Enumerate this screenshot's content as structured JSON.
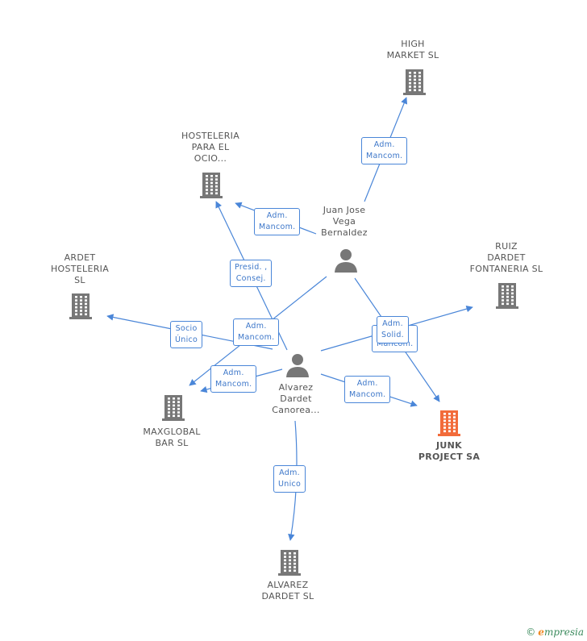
{
  "colors": {
    "edge": "#4a86d8",
    "company": "#777777",
    "focus_company": "#f26b3a",
    "person": "#777777"
  },
  "nodes": [
    {
      "id": "high-market",
      "type": "company",
      "lines": [
        "HIGH",
        "MARKET SL"
      ]
    },
    {
      "id": "hosteleria",
      "type": "company",
      "lines": [
        "HOSTELERIA",
        "PARA EL",
        "OCIO..."
      ]
    },
    {
      "id": "juan-jose",
      "type": "person",
      "lines": [
        "Juan Jose",
        "Vega",
        "Bernaldez"
      ]
    },
    {
      "id": "ardet",
      "type": "company",
      "lines": [
        "ARDET",
        "HOSTELERIA",
        "SL"
      ]
    },
    {
      "id": "ruiz",
      "type": "company",
      "lines": [
        "RUIZ",
        "DARDET",
        "FONTANERIA SL"
      ]
    },
    {
      "id": "alvarez",
      "type": "person",
      "lines": [
        "Alvarez",
        "Dardet",
        "Canorea..."
      ]
    },
    {
      "id": "maxglobal",
      "type": "company",
      "lines": [
        "MAXGLOBAL",
        "BAR SL"
      ]
    },
    {
      "id": "junk",
      "type": "focus",
      "lines": [
        "JUNK",
        "PROJECT SA"
      ]
    },
    {
      "id": "alvarez-sl",
      "type": "company",
      "lines": [
        "ALVAREZ",
        "DARDET SL"
      ]
    }
  ],
  "edge_labels": [
    {
      "id": "e1",
      "lines": [
        "Adm.",
        "Mancom."
      ]
    },
    {
      "id": "e2",
      "lines": [
        "Adm.",
        "Mancom."
      ]
    },
    {
      "id": "e3",
      "lines": [
        "Presid. ,",
        "Consej."
      ]
    },
    {
      "id": "e4",
      "lines": [
        "Adm.",
        "Mancom."
      ]
    },
    {
      "id": "e5",
      "lines": [
        "Socio",
        "Único"
      ]
    },
    {
      "id": "e6",
      "lines": [
        "Adm.",
        "Mancom."
      ]
    },
    {
      "id": "e7",
      "lines": [
        "Mancom."
      ]
    },
    {
      "id": "e8",
      "lines": [
        "Adm.",
        "Solid."
      ]
    },
    {
      "id": "e9",
      "lines": [
        "Adm.",
        "Mancom."
      ]
    },
    {
      "id": "e10",
      "lines": [
        "Adm.",
        "Unico"
      ]
    }
  ],
  "brand": {
    "copyright": "©",
    "initial": "e",
    "rest": "mpresia"
  }
}
